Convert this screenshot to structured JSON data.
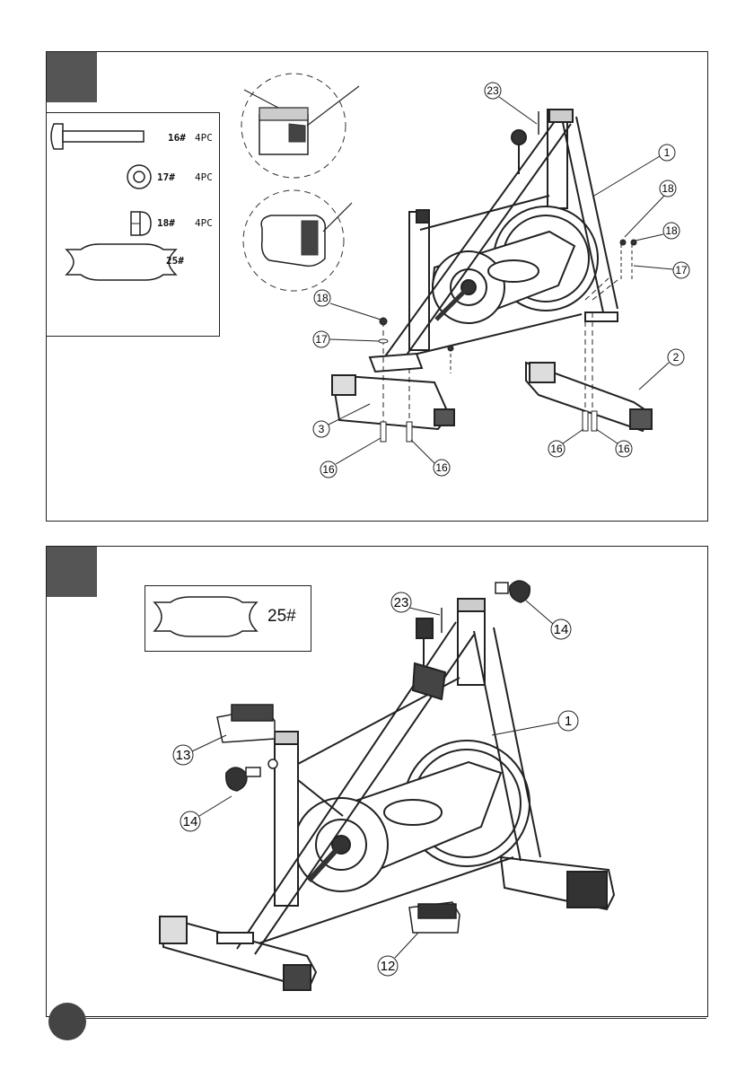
{
  "step1": {
    "parts": [
      {
        "name": "16#",
        "qty": "4PC",
        "icon": "carriage-bolt-icon"
      },
      {
        "name": "17#",
        "qty": "4PC",
        "icon": "flat-washer-icon"
      },
      {
        "name": "18#",
        "qty": "4PC",
        "icon": "cap-nut-icon"
      },
      {
        "name": "25#",
        "qty": "",
        "icon": "wrench-icon"
      }
    ],
    "callouts": [
      "23",
      "1",
      "18",
      "18",
      "17",
      "18",
      "17",
      "2",
      "3",
      "16",
      "16",
      "16",
      "16"
    ]
  },
  "step2": {
    "tool": {
      "label": "25#",
      "icon": "wrench-icon"
    },
    "callouts": [
      "23",
      "14",
      "1",
      "13",
      "14",
      "12"
    ]
  },
  "colors": {
    "step_box": "#555555",
    "page_circle": "#444444",
    "line": "#222222"
  }
}
